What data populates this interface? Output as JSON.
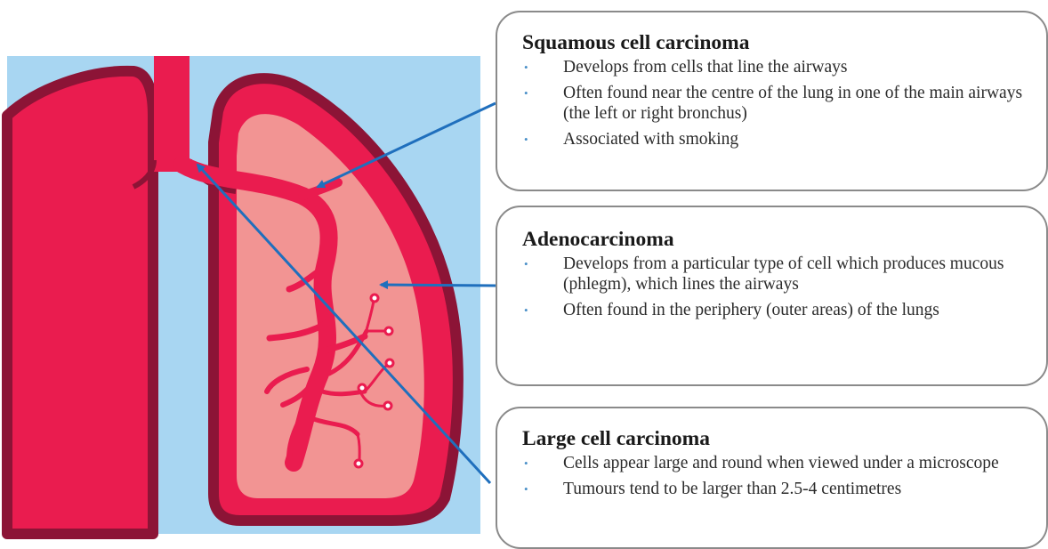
{
  "diagram": {
    "colors": {
      "background_square": "#a8d6f2",
      "lung_outer": "#ea1c4f",
      "lung_outline": "#8c1436",
      "lung_inner": "#f29493",
      "airway": "#ea1c4f",
      "arrow": "#1f6fbd",
      "bullet": "#4a90c8",
      "box_border": "#8a8a8a"
    },
    "icons": [
      "lungs-illustration",
      "arrow-icon"
    ],
    "boxes": [
      {
        "title": "Squamous cell carcinoma",
        "items": [
          "Develops from cells that line the airways",
          "Often found near the centre of the lung in one of the main airways (the left or right bronchus)",
          "Associated with smoking"
        ]
      },
      {
        "title": "Adenocarcinoma",
        "items": [
          "Develops from a particular type of cell which produces mucous (phlegm), which lines the airways",
          "Often found in the periphery (outer areas) of the lungs"
        ]
      },
      {
        "title": "Large cell carcinoma",
        "items": [
          "Cells appear large and round when viewed under a microscope",
          "Tumours tend to be larger than 2.5-4 centimetres"
        ]
      }
    ]
  }
}
